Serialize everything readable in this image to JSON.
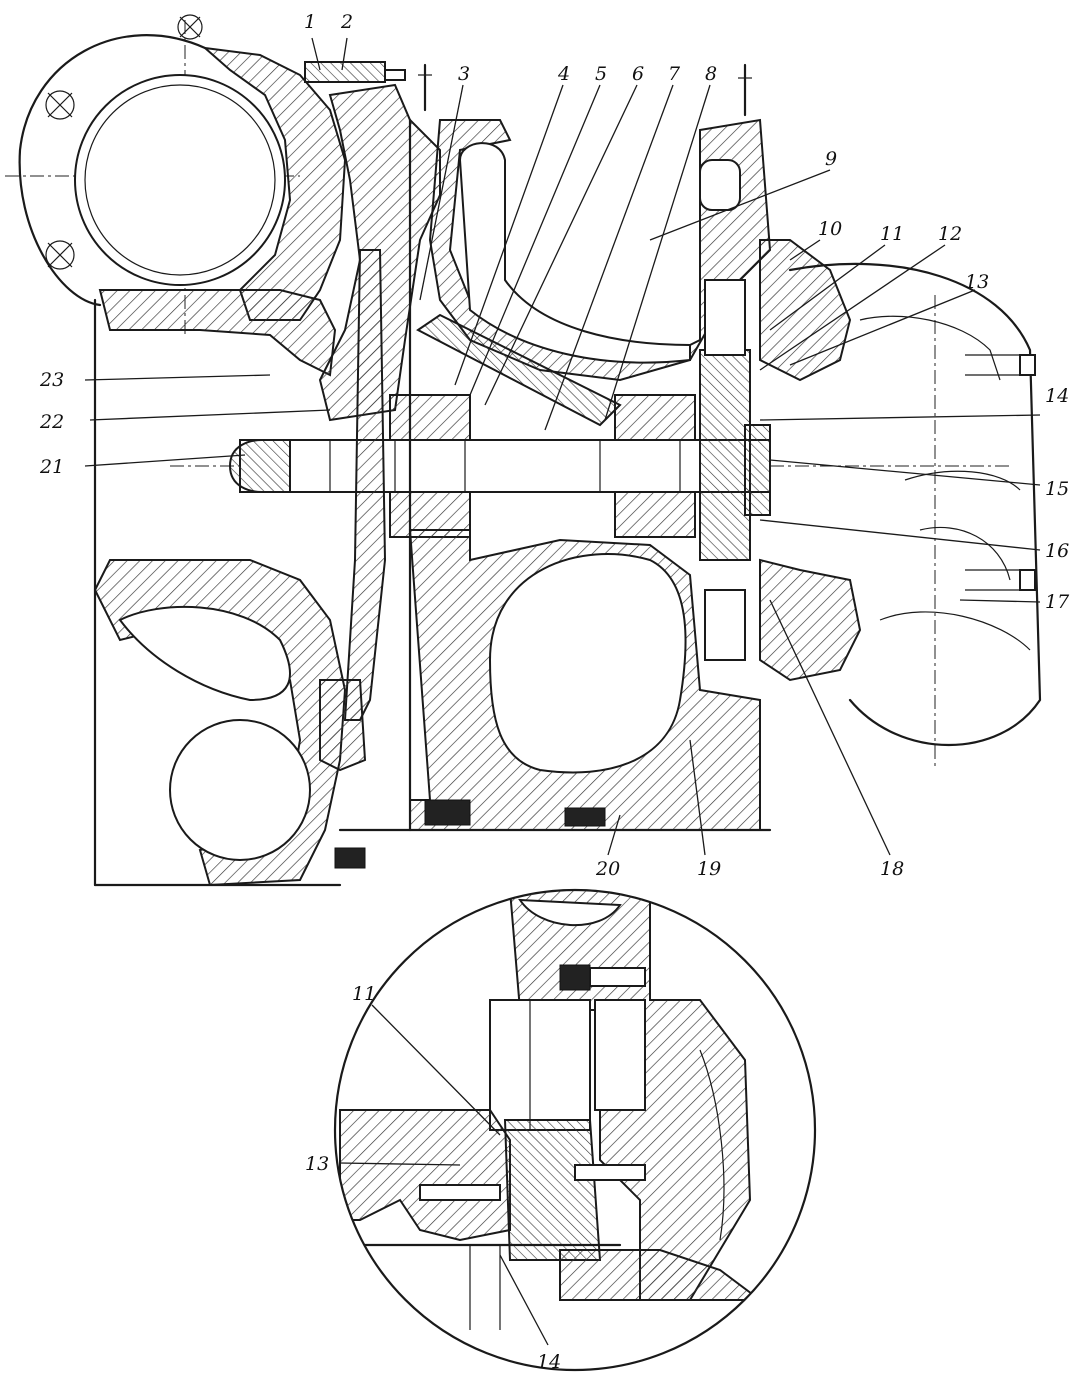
{
  "diagram": {
    "main_callouts": [
      "1",
      "2",
      "3",
      "4",
      "5",
      "6",
      "7",
      "8",
      "9",
      "10",
      "11",
      "12",
      "13",
      "14",
      "15",
      "16",
      "17",
      "18",
      "19",
      "20",
      "21",
      "22",
      "23"
    ],
    "detail_callouts": [
      "11",
      "13",
      "14"
    ]
  }
}
